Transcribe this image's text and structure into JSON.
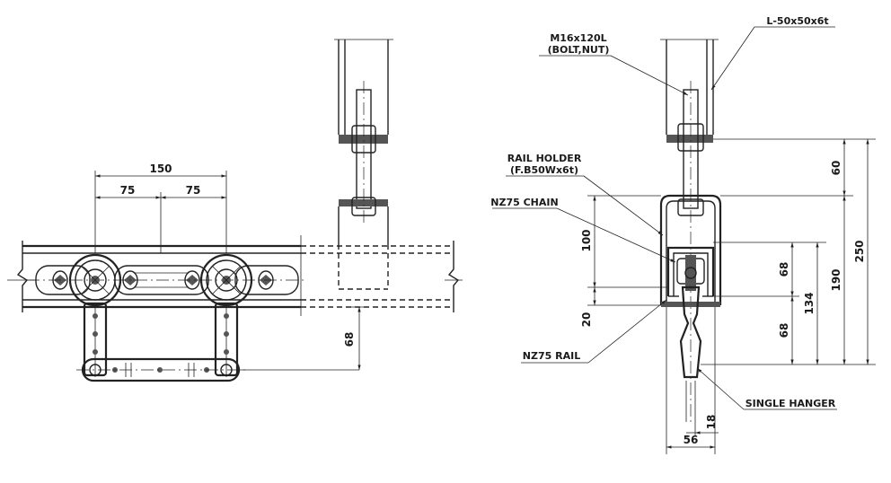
{
  "colors": {
    "line": "#222222",
    "background": "#ffffff",
    "hatch": "#555555"
  },
  "side_view": {
    "dim_pitch_total": "150",
    "dim_half_left": "75",
    "dim_half_right": "75",
    "dim_hanger_drop": "68"
  },
  "section_view": {
    "label_bolt": "M16x120L",
    "label_bolt_sub": "(BOLT,NUT)",
    "label_angle": "L-50x50x6t",
    "label_rail_holder": "RAIL HOLDER",
    "label_rail_holder_sub": "(F.B50Wx6t)",
    "label_chain": "NZ75 CHAIN",
    "label_rail": "NZ75 RAIL",
    "label_hanger": "SINGLE HANGER",
    "dim_60": "60",
    "dim_250": "250",
    "dim_190": "190",
    "dim_134": "134",
    "dim_68_upper": "68",
    "dim_68_lower": "68",
    "dim_100": "100",
    "dim_20": "20",
    "dim_18": "18",
    "dim_56": "56"
  }
}
